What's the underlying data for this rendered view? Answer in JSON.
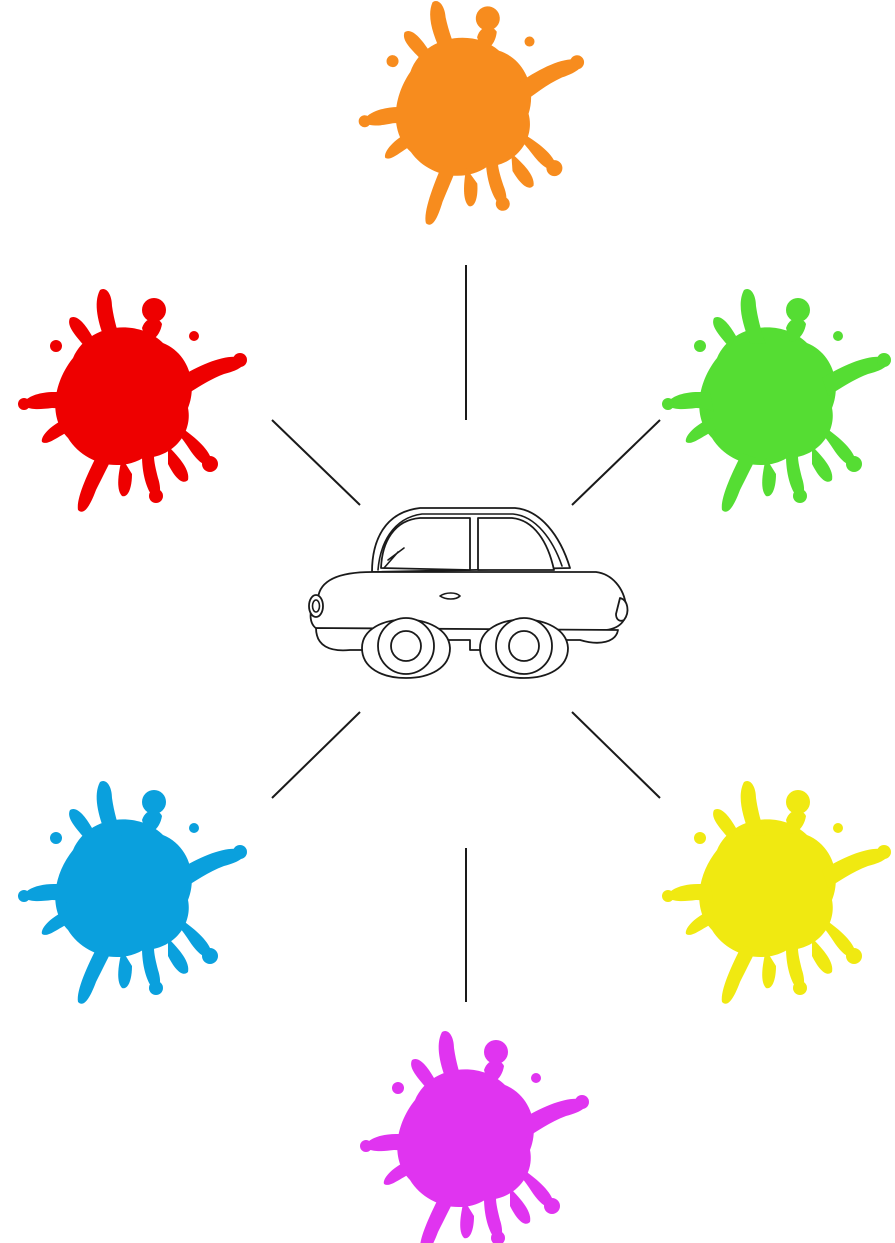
{
  "diagram": {
    "center": {
      "icon": "car-outline-icon"
    },
    "splats": [
      {
        "id": "orange",
        "color": "#F78C1E",
        "icon": "paint-splat-icon"
      },
      {
        "id": "red",
        "color": "#EE0000",
        "icon": "paint-splat-icon"
      },
      {
        "id": "green",
        "color": "#55DD33",
        "icon": "paint-splat-icon"
      },
      {
        "id": "blue",
        "color": "#0AA0DD",
        "icon": "paint-splat-icon"
      },
      {
        "id": "yellow",
        "color": "#F0E911",
        "icon": "paint-splat-icon"
      },
      {
        "id": "purple",
        "color": "#E034F0",
        "icon": "paint-splat-icon"
      }
    ]
  }
}
